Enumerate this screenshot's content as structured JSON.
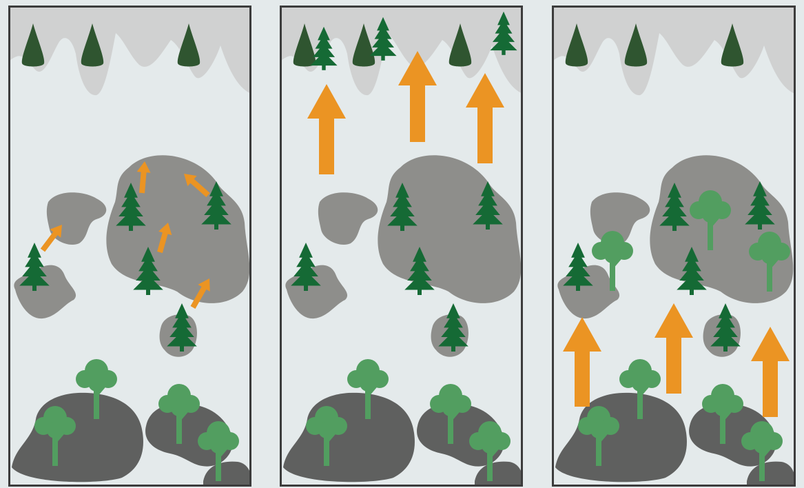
{
  "colors": {
    "background": "#e4eaeb",
    "frame": "#3c3c3c",
    "snow": "#d0d1d1",
    "rock_light": "#8e8e8b",
    "rock_dark": "#5f605f",
    "conifer": "#156a35",
    "conifer_dark": "#2f5530",
    "deciduous": "#529e60",
    "arrow": "#eb9423"
  },
  "icons": {
    "conifer": "pine-tree-icon",
    "conifer_silhouette": "cone-tree-icon",
    "deciduous": "broadleaf-tree-icon",
    "arrow": "up-arrow-icon"
  },
  "panels": [
    {
      "id": "panel-1",
      "arrow_style": "small-diagonal",
      "small_arrows": 5,
      "big_arrows": 0,
      "conifers_on_rocks": 5,
      "conifers_at_summit": 0,
      "deciduous_in_middle": 0,
      "deciduous_at_base": 4
    },
    {
      "id": "panel-2",
      "arrow_style": "large-upward",
      "small_arrows": 0,
      "big_arrows": 3,
      "conifers_on_rocks": 5,
      "conifers_at_summit": 3,
      "deciduous_in_middle": 0,
      "deciduous_at_base": 4
    },
    {
      "id": "panel-3",
      "arrow_style": "large-upward",
      "small_arrows": 0,
      "big_arrows": 3,
      "conifers_on_rocks": 5,
      "conifers_at_summit": 0,
      "deciduous_in_middle": 3,
      "deciduous_at_base": 4
    }
  ]
}
